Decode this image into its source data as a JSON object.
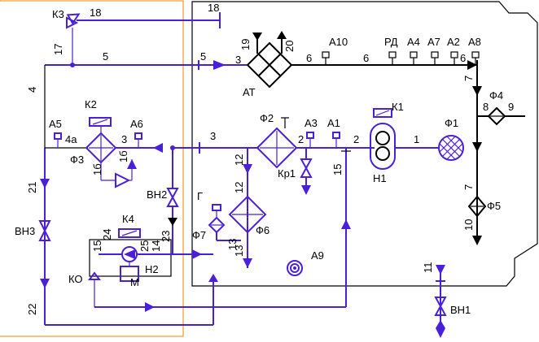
{
  "colors": {
    "flow_line": "#4a1fd9",
    "structure_line": "#000000",
    "area_outline": "#f0a030",
    "background": "#ffffff"
  },
  "labels": {
    "K3": "К3",
    "L18": "18",
    "L17": "17",
    "L5": "5",
    "L4": "4",
    "L3": "3",
    "L19": "19",
    "L20": "20",
    "AT": "АТ",
    "L6": "6",
    "A10": "А10",
    "RD": "РД",
    "A4": "А4",
    "A7": "А7",
    "A2": "А2",
    "A8": "А8",
    "L7": "7",
    "L8": "8",
    "L9": "9",
    "F4": "Ф4",
    "F5": "Ф5",
    "L10": "10",
    "K2": "К2",
    "A5": "А5",
    "A6": "А6",
    "L4a": "4а",
    "F3": "Ф3",
    "L1b": "1б",
    "L21": "21",
    "BH3": "ВН3",
    "L22": "22",
    "BH2": "ВН2",
    "L23": "23",
    "K4": "К4",
    "L24": "24",
    "L25": "25",
    "L14": "14",
    "L15": "15",
    "H2": "Н2",
    "M": "М",
    "KO": "КО",
    "F2": "Ф2",
    "Kp1": "Кр1",
    "L2": "2",
    "A3": "А3",
    "A1": "А1",
    "K1": "К1",
    "H1": "Н1",
    "L1": "1",
    "F1": "Ф1",
    "L12": "12",
    "L13": "13",
    "G": "Г",
    "F7": "Ф7",
    "F6": "Ф6",
    "A9": "А9",
    "L11": "11",
    "BH1": "ВН1"
  }
}
